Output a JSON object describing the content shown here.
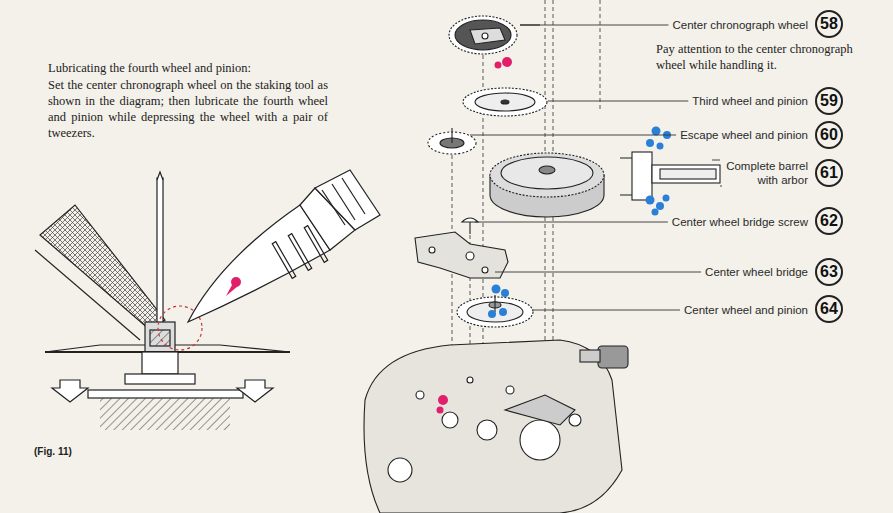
{
  "diagram": {
    "title": "Lubricating the fourth wheel and pinion:",
    "nodes": [
      {
        "text": [
          "58"
        ]
      },
      {
        "text": [
          "59"
        ]
      },
      {
        "text": [
          "60"
        ]
      },
      {
        "text": [
          "61"
        ]
      },
      {
        "text": [
          "62"
        ]
      },
      {
        "text": [
          "63"
        ]
      },
      {
        "text": [
          "64"
        ]
      }
    ],
    "labels": [
      "Set the center chronograph wheel on the staking tool as shown in the diagram; then lubricate the fourth wheel and pinion while depressing the wheel with a pair of tweezers.",
      "(Fig. 11)",
      "Center chronograph wheel",
      "Pay attention to the center chronograph wheel while handling it.",
      "Third wheel and pinion",
      "Escape wheel and pinion",
      "Complete barrel with arbor",
      "Center wheel bridge screw",
      "Center wheel bridge",
      "Center wheel and pinion"
    ]
  }
}
